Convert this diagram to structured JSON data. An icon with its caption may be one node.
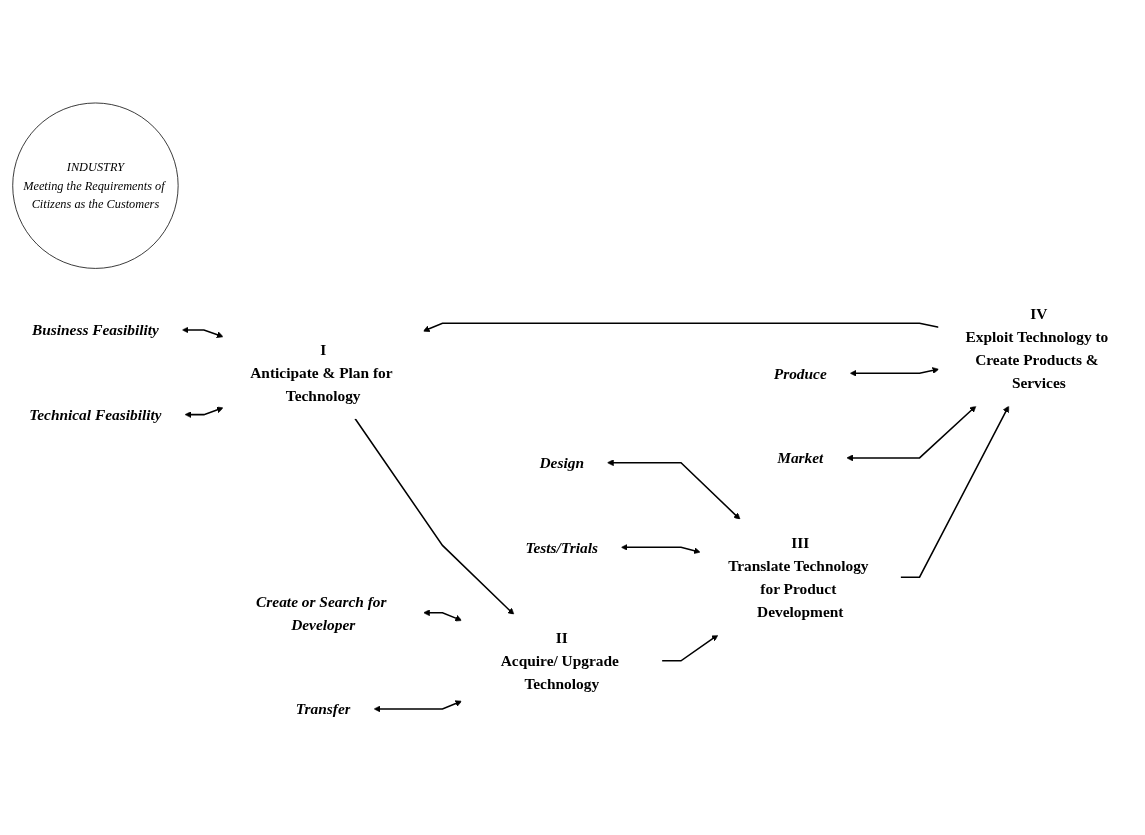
{
  "diagram": {
    "nodes": [
      {
        "text": [
          "I",
          "Anticipate & Plan for Technology"
        ]
      },
      {
        "text": [
          "II",
          "Acquire/ Upgrade Technology"
        ]
      },
      {
        "text": [
          "III",
          "Translate Technology for Product Development"
        ]
      },
      {
        "text": [
          "IV",
          "Exploit Technology to Create Products & Services"
        ]
      },
      {
        "text": [
          "INDUSTRY",
          "Meeting the Requirements of Citizens as the Customers"
        ]
      },
      {
        "text": [
          "Technical Feasibility"
        ]
      },
      {
        "text": [
          "Business Feasibility"
        ]
      },
      {
        "text": [
          "Create or Search for Developer"
        ]
      },
      {
        "text": [
          "Transfer"
        ]
      },
      {
        "text": [
          "Design"
        ]
      },
      {
        "text": [
          "Tests/Trials"
        ]
      },
      {
        "text": [
          "Produce"
        ]
      },
      {
        "text": [
          "Market"
        ]
      }
    ],
    "edges": [
      {
        "from": 0,
        "to": 1,
        "arrow": "to"
      },
      {
        "from": 1,
        "to": 2,
        "arrow": "to"
      },
      {
        "from": 2,
        "to": 3,
        "arrow": "to"
      },
      {
        "from": 3,
        "to": 0,
        "arrow": "to"
      },
      {
        "from": 5,
        "to": 0,
        "arrow": "both"
      },
      {
        "from": 6,
        "to": 0,
        "arrow": "both"
      },
      {
        "from": 7,
        "to": 1,
        "arrow": "both"
      },
      {
        "from": 8,
        "to": 1,
        "arrow": "both"
      },
      {
        "from": 9,
        "to": 2,
        "arrow": "both"
      },
      {
        "from": 10,
        "to": 2,
        "arrow": "both"
      },
      {
        "from": 11,
        "to": 3,
        "arrow": "both"
      },
      {
        "from": 12,
        "to": 3,
        "arrow": "both"
      }
    ]
  }
}
